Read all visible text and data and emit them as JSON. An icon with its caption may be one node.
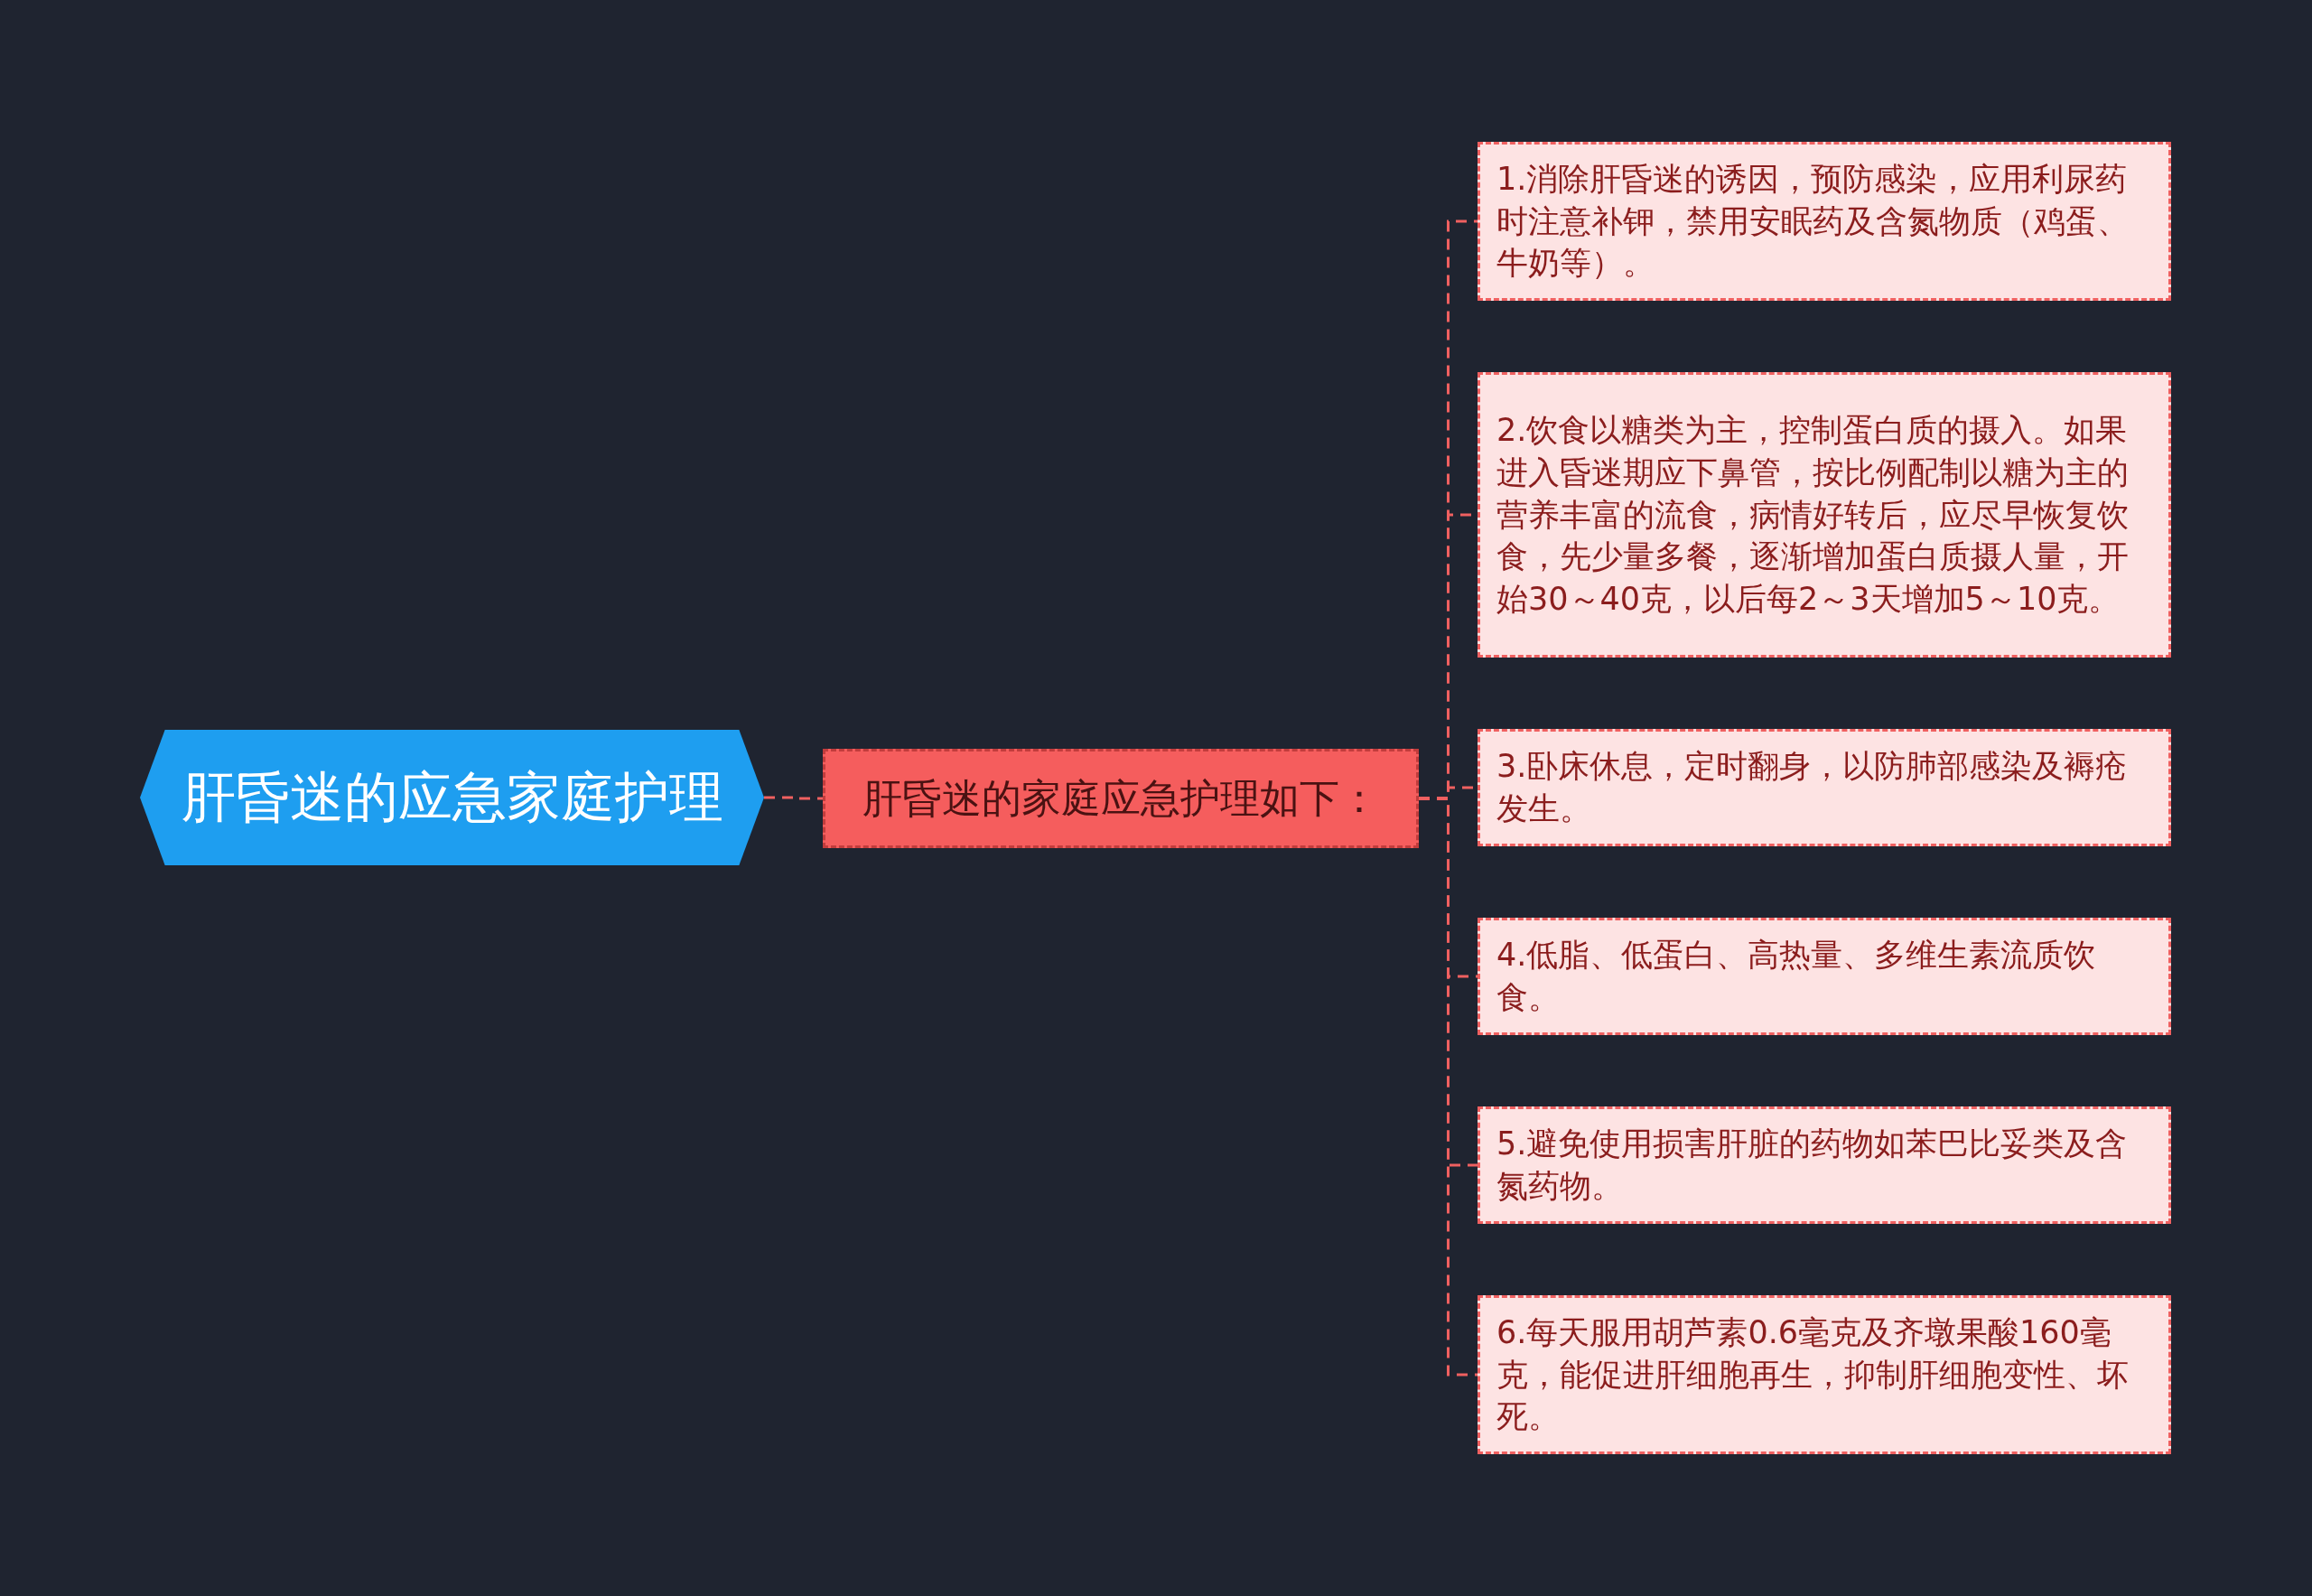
{
  "diagram": {
    "nodes": [
      {
        "text": [
          "肝昏迷的应急家庭护理"
        ]
      },
      {
        "text": [
          "肝昏迷的家庭应急护理如下："
        ]
      },
      {
        "text": [
          "1.消除肝昏迷的诱因，预防感染，应用利尿药时注意补钾，禁用安眠药及含氮物质（鸡蛋、牛奶等）。"
        ]
      },
      {
        "text": [
          "2.饮食以糖类为主，控制蛋白质的摄入。如果进入昏迷期应下鼻管，按比例配制以糖为主的营养丰富的流食，病情好转后，应尽早恢复饮食，先少量多餐，逐渐增加蛋白质摄人量，开始30～40克，以后每2～3天增加5～10克。"
        ]
      },
      {
        "text": [
          "3.卧床休息，定时翻身，以防肺部感染及褥疮发生。"
        ]
      },
      {
        "text": [
          "4.低脂、低蛋白、高热量、多维生素流质饮食。"
        ]
      },
      {
        "text": [
          "5.避免使用损害肝脏的药物如苯巴比妥类及含氮药物。"
        ]
      },
      {
        "text": [
          "6.每天服用胡芦素0.6毫克及齐墩果酸160毫克，能促进肝细胞再生，抑制肝细胞变性、坏死。"
        ]
      }
    ],
    "edges": [
      {
        "from": 0,
        "to": 1,
        "arrow": "none"
      },
      {
        "from": 1,
        "to": 2,
        "arrow": "none"
      },
      {
        "from": 1,
        "to": 3,
        "arrow": "none"
      },
      {
        "from": 1,
        "to": 4,
        "arrow": "none"
      },
      {
        "from": 1,
        "to": 5,
        "arrow": "none"
      },
      {
        "from": 1,
        "to": 6,
        "arrow": "none"
      },
      {
        "from": 1,
        "to": 7,
        "arrow": "none"
      }
    ]
  }
}
